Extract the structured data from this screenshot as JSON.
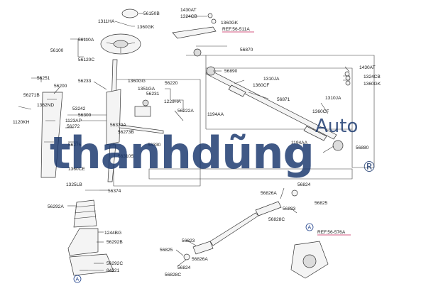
{
  "labels": {
    "l_56150B": "56150B",
    "l_1311HA": "1311HA",
    "l_1360GK_a": "1360GK",
    "l_56110A": "56110A",
    "l_56100": "56100",
    "l_56120C": "56120C",
    "l_1430AT_a": "1430AT",
    "l_1324CB_a": "1324CB",
    "l_1360GK_b": "1360GK",
    "l_56870": "56870",
    "l_56251": "56251",
    "l_56233": "56233",
    "l_1360GG": "1360GG",
    "l_56220": "56220",
    "l_56890": "56890",
    "l_1310JA_a": "1310JA",
    "l_1360CF_a": "1360CF",
    "l_1430AT_b": "1430AT",
    "l_1324CB_b": "1324CB",
    "l_1360GK_c": "1360GK",
    "l_56271B": "56271B",
    "l_56200": "56200",
    "l_1351GA": "1351GA",
    "l_56231": "56231",
    "l_1362ND": "1362ND",
    "l_53242": "53242",
    "l_56300": "56300",
    "l_1229HA": "1229HA",
    "l_56222A": "56222A",
    "l_1194AA_a": "1194AA",
    "l_56871": "56871",
    "l_1310JA_b": "1310JA",
    "l_1360CF_b": "1360CF",
    "l_1120KH": "1120KH",
    "l_1123AP": "1123AP",
    "l_56272": "56272",
    "l_56273B": "56273B",
    "l_56275": "56275",
    "l_56370A": "56370A",
    "l_56330": "56330",
    "l_1194AA_b": "1194AA",
    "l_56880": "56880",
    "l_1360CE": "1360CE",
    "l_56310S": "56310S",
    "l_1325LB": "1325LB",
    "l_56374": "56374",
    "l_56824_a": "56824",
    "l_56826A_a": "56826A",
    "l_56825_a": "56825",
    "l_56823_a": "56823",
    "l_56292A": "56292A",
    "l_56828C_a": "56828C",
    "l_1244BG": "1244BG",
    "l_56292B": "56292B",
    "l_56823_b": "56823",
    "l_56825_b": "56825",
    "l_56826A_b": "56826A",
    "l_56824_b": "56824",
    "l_56292C": "56292C",
    "l_84221": "84221",
    "l_56828C_b": "56828C"
  },
  "refs": {
    "ref_top": "REF.56-511A",
    "ref_bottom": "REF.56-576A"
  },
  "callouts": {
    "a_left": "A",
    "a_right": "A"
  },
  "watermark": {
    "main": "thanhdũng",
    "auto": "Auto",
    "reg": "®"
  },
  "colors": {
    "ref_underline": "#c8235a",
    "watermark": "#16356b",
    "callout": "#1d3f8a"
  }
}
